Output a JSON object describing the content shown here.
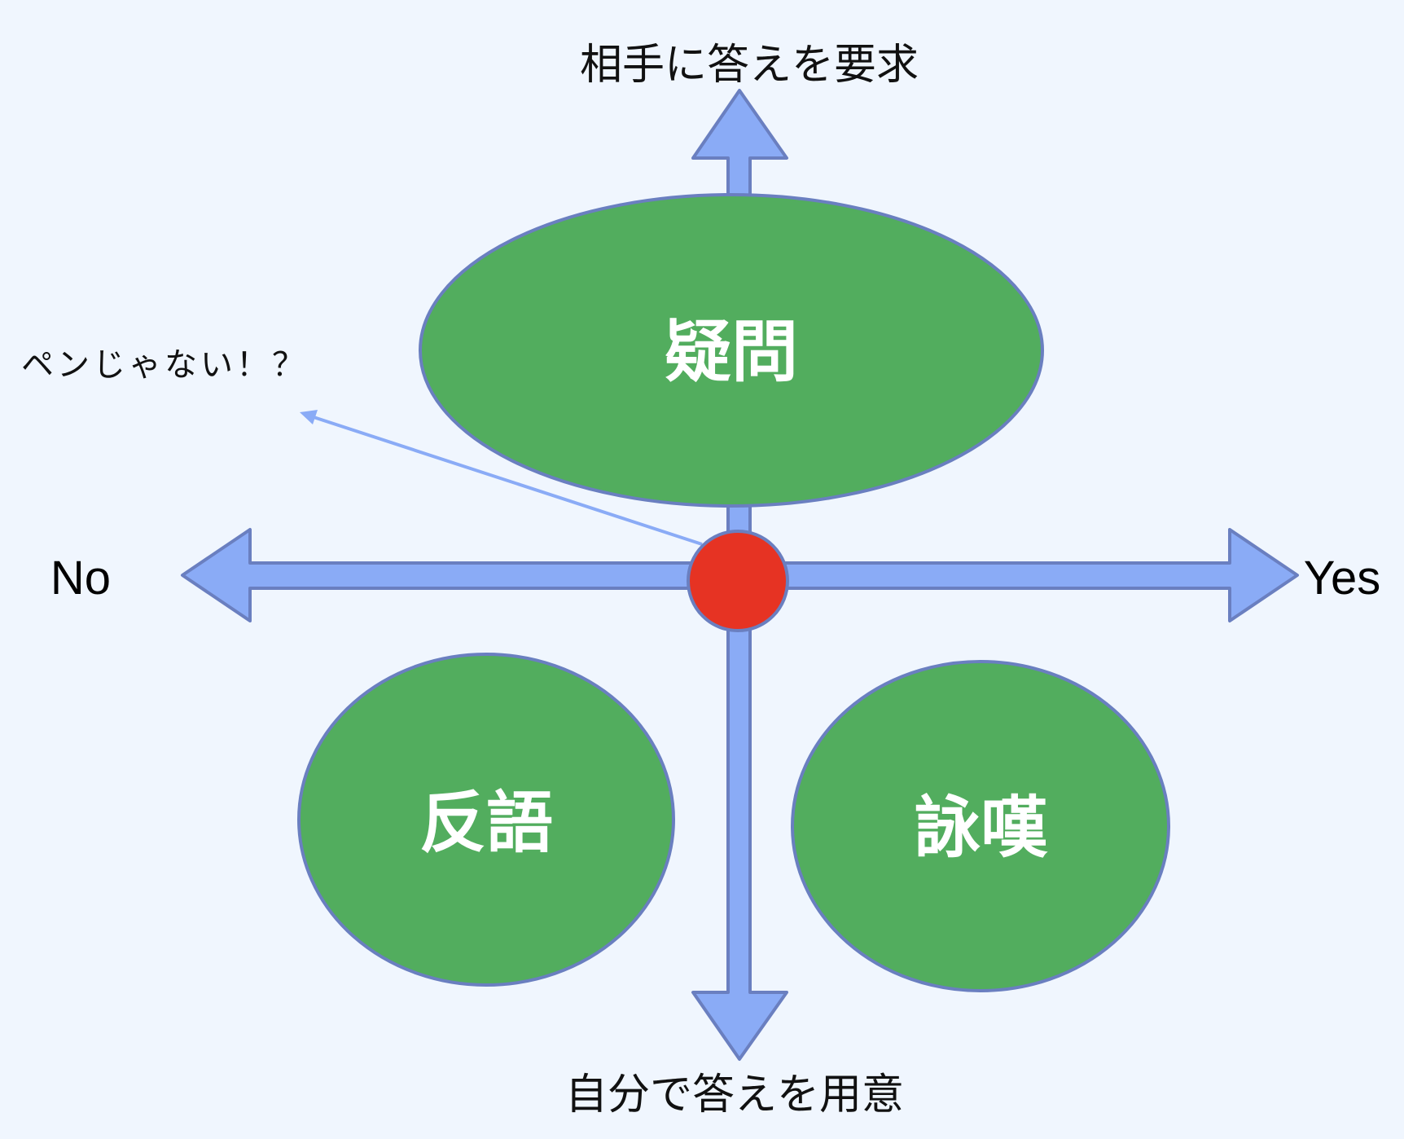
{
  "labels": {
    "top": "相手に答えを要求",
    "bottom": "自分で答えを用意",
    "left": "No",
    "right": "Yes",
    "callout": "ペンじゃない！？"
  },
  "ovals": {
    "question": "疑問",
    "rhetorical": "反語",
    "exclamation": "詠嘆"
  },
  "colors": {
    "background": "#f0f6fe",
    "arrow_fill": "#8aabf6",
    "arrow_stroke": "#6a7fc0",
    "oval_fill": "#52ad5e",
    "oval_stroke": "#6a7fc0",
    "center_dot": "#e63323"
  }
}
